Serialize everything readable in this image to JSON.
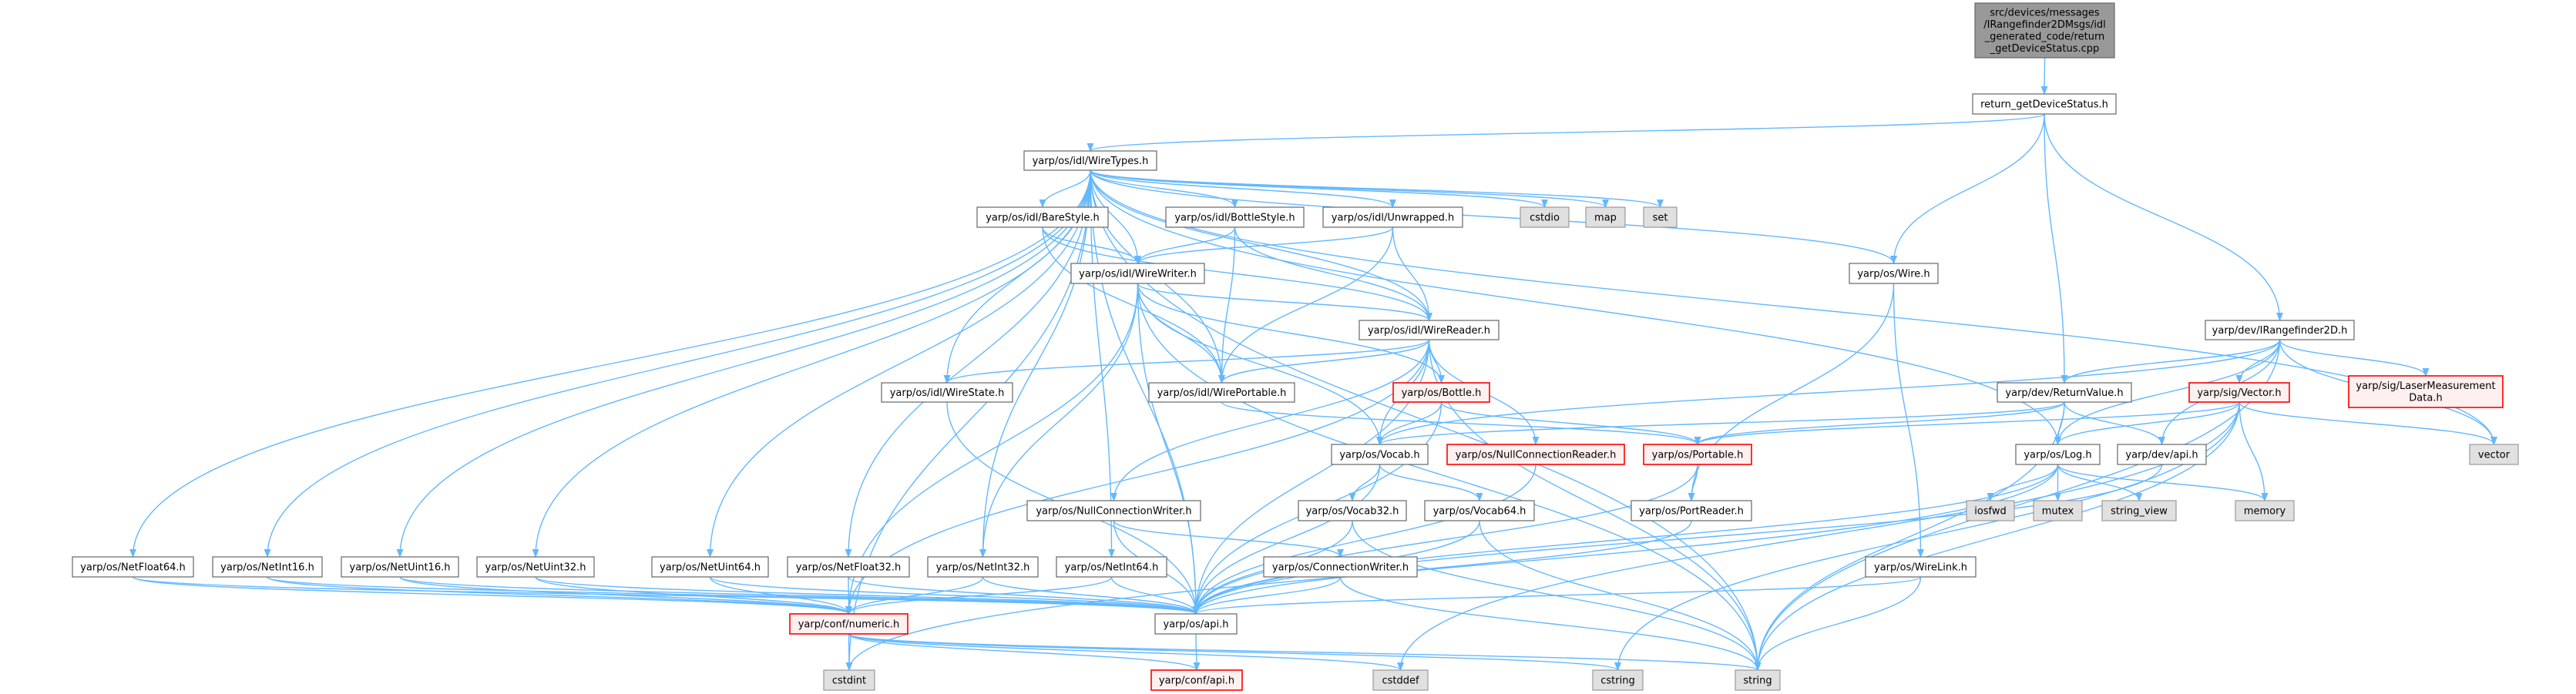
{
  "colors": {
    "edge": "#63b8ff",
    "root_fill": "#999999",
    "normal_fill": "#ffffff",
    "normal_stroke": "#666666",
    "error_fill": "#fff0f0",
    "error_stroke": "#ff0000",
    "system_fill": "#e0e0e0",
    "system_stroke": "#999999"
  },
  "nodes": [
    {
      "id": "root",
      "kind": "root",
      "lines": [
        "src/devices/messages",
        "/IRangefinder2DMsgs/idl",
        "_generated_code/return",
        "_getDeviceStatus.cpp"
      ]
    },
    {
      "id": "retstatus",
      "kind": "normal",
      "lines": [
        "return_getDeviceStatus.h"
      ]
    },
    {
      "id": "wiretypes",
      "kind": "normal",
      "lines": [
        "yarp/os/idl/WireTypes.h"
      ]
    },
    {
      "id": "barestyle",
      "kind": "normal",
      "lines": [
        "yarp/os/idl/BareStyle.h"
      ]
    },
    {
      "id": "bottlestyle",
      "kind": "normal",
      "lines": [
        "yarp/os/idl/BottleStyle.h"
      ]
    },
    {
      "id": "unwrapped",
      "kind": "normal",
      "lines": [
        "yarp/os/idl/Unwrapped.h"
      ]
    },
    {
      "id": "cstdio",
      "kind": "system",
      "lines": [
        "cstdio"
      ]
    },
    {
      "id": "map",
      "kind": "system",
      "lines": [
        "map"
      ]
    },
    {
      "id": "set",
      "kind": "system",
      "lines": [
        "set"
      ]
    },
    {
      "id": "wirewriter",
      "kind": "normal",
      "lines": [
        "yarp/os/idl/WireWriter.h"
      ]
    },
    {
      "id": "wire",
      "kind": "normal",
      "lines": [
        "yarp/os/Wire.h"
      ]
    },
    {
      "id": "wirereader",
      "kind": "normal",
      "lines": [
        "yarp/os/idl/WireReader.h"
      ]
    },
    {
      "id": "irangefinder",
      "kind": "normal",
      "lines": [
        "yarp/dev/IRangefinder2D.h"
      ]
    },
    {
      "id": "wirestate",
      "kind": "normal",
      "lines": [
        "yarp/os/idl/WireState.h"
      ]
    },
    {
      "id": "wireportable",
      "kind": "normal",
      "lines": [
        "yarp/os/idl/WirePortable.h"
      ]
    },
    {
      "id": "bottle",
      "kind": "error",
      "lines": [
        "yarp/os/Bottle.h"
      ]
    },
    {
      "id": "returnvalue",
      "kind": "normal",
      "lines": [
        "yarp/dev/ReturnValue.h"
      ]
    },
    {
      "id": "vector_h",
      "kind": "error",
      "lines": [
        "yarp/sig/Vector.h"
      ]
    },
    {
      "id": "laser",
      "kind": "error",
      "lines": [
        "yarp/sig/LaserMeasurement",
        "Data.h"
      ]
    },
    {
      "id": "vocab",
      "kind": "normal",
      "lines": [
        "yarp/os/Vocab.h"
      ]
    },
    {
      "id": "nullconnreader",
      "kind": "error",
      "lines": [
        "yarp/os/NullConnectionReader.h"
      ]
    },
    {
      "id": "portable",
      "kind": "error",
      "lines": [
        "yarp/os/Portable.h"
      ]
    },
    {
      "id": "log",
      "kind": "normal",
      "lines": [
        "yarp/os/Log.h"
      ]
    },
    {
      "id": "devapi",
      "kind": "normal",
      "lines": [
        "yarp/dev/api.h"
      ]
    },
    {
      "id": "vector",
      "kind": "system",
      "lines": [
        "vector"
      ]
    },
    {
      "id": "nullconnwriter",
      "kind": "normal",
      "lines": [
        "yarp/os/NullConnectionWriter.h"
      ]
    },
    {
      "id": "vocab32",
      "kind": "normal",
      "lines": [
        "yarp/os/Vocab32.h"
      ]
    },
    {
      "id": "vocab64",
      "kind": "normal",
      "lines": [
        "yarp/os/Vocab64.h"
      ]
    },
    {
      "id": "portreader",
      "kind": "normal",
      "lines": [
        "yarp/os/PortReader.h"
      ]
    },
    {
      "id": "iosfwd",
      "kind": "system",
      "lines": [
        "iosfwd"
      ]
    },
    {
      "id": "mutex",
      "kind": "system",
      "lines": [
        "mutex"
      ]
    },
    {
      "id": "string_view",
      "kind": "system",
      "lines": [
        "string_view"
      ]
    },
    {
      "id": "memory",
      "kind": "system",
      "lines": [
        "memory"
      ]
    },
    {
      "id": "netfloat64",
      "kind": "normal",
      "lines": [
        "yarp/os/NetFloat64.h"
      ]
    },
    {
      "id": "netint16",
      "kind": "normal",
      "lines": [
        "yarp/os/NetInt16.h"
      ]
    },
    {
      "id": "netuint16",
      "kind": "normal",
      "lines": [
        "yarp/os/NetUint16.h"
      ]
    },
    {
      "id": "netuint32",
      "kind": "normal",
      "lines": [
        "yarp/os/NetUint32.h"
      ]
    },
    {
      "id": "netuint64",
      "kind": "normal",
      "lines": [
        "yarp/os/NetUint64.h"
      ]
    },
    {
      "id": "netfloat32",
      "kind": "normal",
      "lines": [
        "yarp/os/NetFloat32.h"
      ]
    },
    {
      "id": "netint32",
      "kind": "normal",
      "lines": [
        "yarp/os/NetInt32.h"
      ]
    },
    {
      "id": "netint64",
      "kind": "normal",
      "lines": [
        "yarp/os/NetInt64.h"
      ]
    },
    {
      "id": "connwriter",
      "kind": "normal",
      "lines": [
        "yarp/os/ConnectionWriter.h"
      ]
    },
    {
      "id": "wirelink",
      "kind": "normal",
      "lines": [
        "yarp/os/WireLink.h"
      ]
    },
    {
      "id": "numeric",
      "kind": "error",
      "lines": [
        "yarp/conf/numeric.h"
      ]
    },
    {
      "id": "osapi",
      "kind": "normal",
      "lines": [
        "yarp/os/api.h"
      ]
    },
    {
      "id": "cstdint",
      "kind": "system",
      "lines": [
        "cstdint"
      ]
    },
    {
      "id": "confapi",
      "kind": "error",
      "lines": [
        "yarp/conf/api.h"
      ]
    },
    {
      "id": "cstddef",
      "kind": "system",
      "lines": [
        "cstddef"
      ]
    },
    {
      "id": "cstring",
      "kind": "system",
      "lines": [
        "cstring"
      ]
    },
    {
      "id": "string",
      "kind": "system",
      "lines": [
        "string"
      ]
    }
  ],
  "edges": [
    [
      "root",
      "retstatus"
    ],
    [
      "retstatus",
      "wiretypes"
    ],
    [
      "retstatus",
      "wire"
    ],
    [
      "retstatus",
      "returnvalue"
    ],
    [
      "retstatus",
      "irangefinder"
    ],
    [
      "wiretypes",
      "barestyle"
    ],
    [
      "wiretypes",
      "bottlestyle"
    ],
    [
      "wiretypes",
      "unwrapped"
    ],
    [
      "wiretypes",
      "cstdio"
    ],
    [
      "wiretypes",
      "map"
    ],
    [
      "wiretypes",
      "set"
    ],
    [
      "wiretypes",
      "wirewriter"
    ],
    [
      "wiretypes",
      "wirereader"
    ],
    [
      "wiretypes",
      "wirestate"
    ],
    [
      "wiretypes",
      "wireportable"
    ],
    [
      "wiretypes",
      "wire"
    ],
    [
      "wiretypes",
      "string"
    ],
    [
      "wiretypes",
      "vector"
    ],
    [
      "wiretypes",
      "log"
    ],
    [
      "wiretypes",
      "cstdint"
    ],
    [
      "wiretypes",
      "netfloat64"
    ],
    [
      "wiretypes",
      "netint16"
    ],
    [
      "wiretypes",
      "netuint16"
    ],
    [
      "wiretypes",
      "netuint32"
    ],
    [
      "wiretypes",
      "netuint64"
    ],
    [
      "wiretypes",
      "netfloat32"
    ],
    [
      "wiretypes",
      "netint32"
    ],
    [
      "wiretypes",
      "netint64"
    ],
    [
      "wiretypes",
      "osapi"
    ],
    [
      "barestyle",
      "wirewriter"
    ],
    [
      "barestyle",
      "wirereader"
    ],
    [
      "barestyle",
      "wireportable"
    ],
    [
      "bottlestyle",
      "wirewriter"
    ],
    [
      "bottlestyle",
      "wirereader"
    ],
    [
      "bottlestyle",
      "wireportable"
    ],
    [
      "unwrapped",
      "wirewriter"
    ],
    [
      "unwrapped",
      "wirereader"
    ],
    [
      "unwrapped",
      "wireportable"
    ],
    [
      "wirewriter",
      "wirereader"
    ],
    [
      "wirewriter",
      "wireportable"
    ],
    [
      "wirewriter",
      "bottle"
    ],
    [
      "wirewriter",
      "vocab"
    ],
    [
      "wirewriter",
      "numeric"
    ],
    [
      "wirewriter",
      "osapi"
    ],
    [
      "wirewriter",
      "string"
    ],
    [
      "wirewriter",
      "netint32"
    ],
    [
      "wirereader",
      "wirestate"
    ],
    [
      "wirereader",
      "wireportable"
    ],
    [
      "wirereader",
      "bottle"
    ],
    [
      "wirereader",
      "vocab"
    ],
    [
      "wirereader",
      "nullconnreader"
    ],
    [
      "wirereader",
      "nullconnwriter"
    ],
    [
      "wirereader",
      "numeric"
    ],
    [
      "wirereader",
      "string"
    ],
    [
      "wirereader",
      "osapi"
    ],
    [
      "wire",
      "portreader"
    ],
    [
      "wire",
      "wirelink"
    ],
    [
      "irangefinder",
      "returnvalue"
    ],
    [
      "irangefinder",
      "vector_h"
    ],
    [
      "irangefinder",
      "laser"
    ],
    [
      "irangefinder",
      "vector"
    ],
    [
      "irangefinder",
      "string"
    ],
    [
      "irangefinder",
      "devapi"
    ],
    [
      "irangefinder",
      "vocab"
    ],
    [
      "irangefinder",
      "log"
    ],
    [
      "wirestate",
      "osapi"
    ],
    [
      "wireportable",
      "portable"
    ],
    [
      "bottle",
      "vocab"
    ],
    [
      "bottle",
      "portable"
    ],
    [
      "bottle",
      "osapi"
    ],
    [
      "vocab",
      "vocab32"
    ],
    [
      "vocab",
      "vocab64"
    ],
    [
      "vocab",
      "osapi"
    ],
    [
      "nullconnreader",
      "osapi"
    ],
    [
      "portable",
      "portreader"
    ],
    [
      "portable",
      "osapi"
    ],
    [
      "returnvalue",
      "vocab"
    ],
    [
      "returnvalue",
      "portable"
    ],
    [
      "returnvalue",
      "log"
    ],
    [
      "returnvalue",
      "devapi"
    ],
    [
      "returnvalue",
      "string"
    ],
    [
      "vector_h",
      "log"
    ],
    [
      "vector_h",
      "portable"
    ],
    [
      "vector_h",
      "vector"
    ],
    [
      "vector_h",
      "memory"
    ],
    [
      "vector_h",
      "string"
    ],
    [
      "vector_h",
      "cstring"
    ],
    [
      "vector_h",
      "cstddef"
    ],
    [
      "log",
      "iosfwd"
    ],
    [
      "log",
      "mutex"
    ],
    [
      "log",
      "string_view"
    ],
    [
      "log",
      "memory"
    ],
    [
      "log",
      "osapi"
    ],
    [
      "log",
      "cstdint"
    ],
    [
      "devapi",
      "osapi"
    ],
    [
      "vocab32",
      "osapi"
    ],
    [
      "vocab32",
      "string"
    ],
    [
      "vocab64",
      "osapi"
    ],
    [
      "vocab64",
      "string"
    ],
    [
      "portreader",
      "osapi"
    ],
    [
      "nullconnwriter",
      "connwriter"
    ],
    [
      "nullconnwriter",
      "osapi"
    ],
    [
      "connwriter",
      "osapi"
    ],
    [
      "connwriter",
      "string"
    ],
    [
      "wirelink",
      "osapi"
    ],
    [
      "wirelink",
      "string"
    ],
    [
      "netfloat64",
      "numeric"
    ],
    [
      "netfloat64",
      "osapi"
    ],
    [
      "netint16",
      "numeric"
    ],
    [
      "netint16",
      "osapi"
    ],
    [
      "netuint16",
      "numeric"
    ],
    [
      "netuint16",
      "osapi"
    ],
    [
      "netuint32",
      "numeric"
    ],
    [
      "netuint32",
      "osapi"
    ],
    [
      "netuint64",
      "numeric"
    ],
    [
      "netuint64",
      "osapi"
    ],
    [
      "netfloat32",
      "numeric"
    ],
    [
      "netfloat32",
      "osapi"
    ],
    [
      "netint32",
      "numeric"
    ],
    [
      "netint32",
      "osapi"
    ],
    [
      "netint64",
      "numeric"
    ],
    [
      "netint64",
      "osapi"
    ],
    [
      "numeric",
      "cstdint"
    ],
    [
      "numeric",
      "confapi"
    ],
    [
      "numeric",
      "cstddef"
    ],
    [
      "numeric",
      "cstring"
    ],
    [
      "numeric",
      "string"
    ],
    [
      "osapi",
      "confapi"
    ]
  ]
}
